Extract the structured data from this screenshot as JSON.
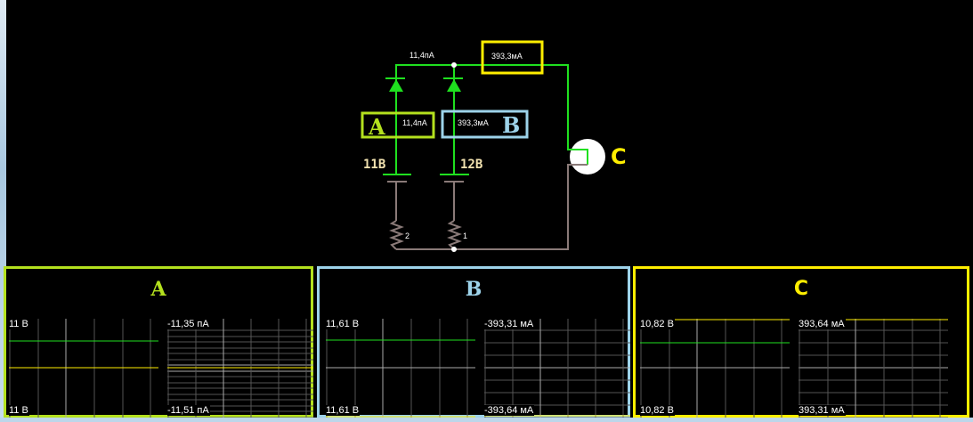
{
  "colors": {
    "wire_on": "#1fe01f",
    "wire_off": "#8a7a78",
    "probe_a": "#b4e11e",
    "probe_b": "#9dd3ea",
    "probe_c": "#ffee00",
    "trace_voltage": "#1fe01f",
    "trace_current": "#ffee00",
    "grid": "#555555",
    "grid_center": "#aaaaaa"
  },
  "circuit": {
    "top_current_label": "11,4пА",
    "meter_c_label": "393,3мА",
    "meter_a_label": "11,4пА",
    "meter_b_label": "393,3мА",
    "probe_a_letter": "A",
    "probe_b_letter": "B",
    "probe_c_letter": "C",
    "source_1_label": "11В",
    "source_2_label": "12В",
    "resistor_1_label": "2",
    "resistor_2_label": "1"
  },
  "scopes": [
    {
      "title": "A",
      "voltage_max": "11 В",
      "voltage_min": "11 В",
      "current_max": "-11,35 пА",
      "current_min": "-11,51 пА"
    },
    {
      "title": "B",
      "voltage_max": "11,61 В",
      "voltage_min": "11,61 В",
      "current_max": "-393,31 мА",
      "current_min": "-393,64 мА"
    },
    {
      "title": "C",
      "voltage_max": "10,82 В",
      "voltage_min": "10,82 В",
      "current_max": "393,64 мА",
      "current_min": "393,31 мА"
    }
  ]
}
